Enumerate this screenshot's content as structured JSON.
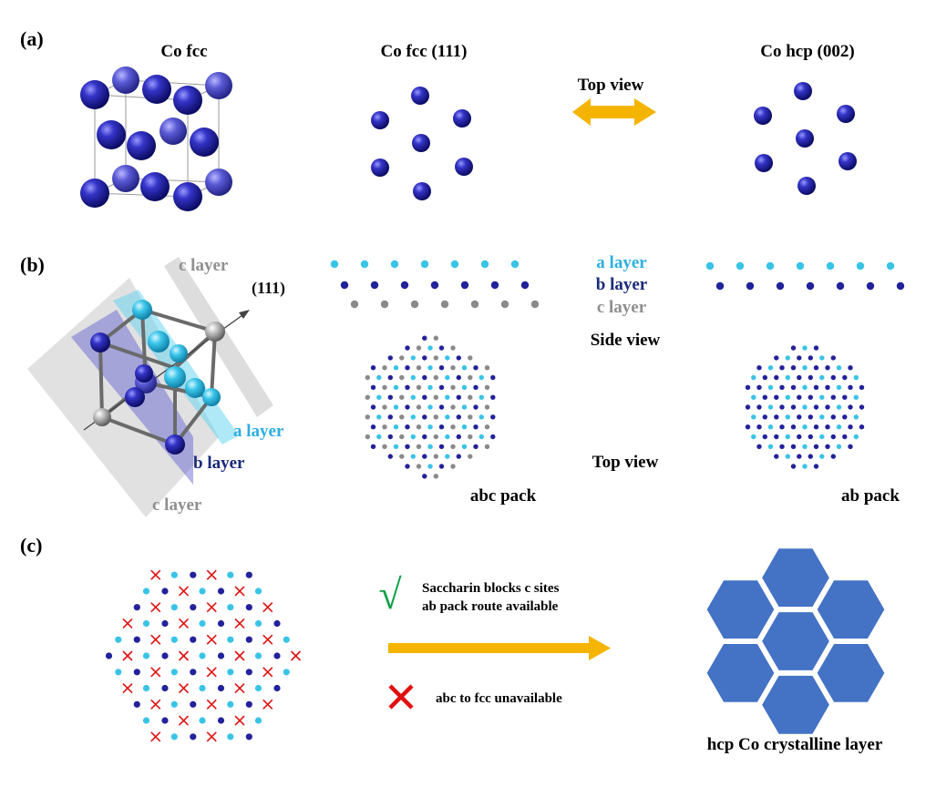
{
  "panels": {
    "a": {
      "label": "(a)",
      "fcc_title": "Co fcc",
      "fcc111_title": "Co fcc (111)",
      "hcp002_title": "Co hcp (002)",
      "top_view": "Top view"
    },
    "b": {
      "label": "(b)",
      "c_layer_upper": "c layer",
      "direction": "(111)",
      "a_layer": "a layer",
      "b_layer": "b layer",
      "c_layer_lower": "c layer",
      "legend_a": "a layer",
      "legend_b": "b layer",
      "legend_c": "c layer",
      "side_view": "Side view",
      "top_view": "Top view",
      "abc_pack": "abc pack",
      "ab_pack": "ab pack"
    },
    "c": {
      "label": "(c)",
      "check_mark": "√",
      "line1": "Saccharin blocks c sites",
      "line2": "ab pack route available",
      "cross_mark": "✕",
      "unavailable": "abc to fcc unavailable",
      "result": "hcp Co crystalline layer"
    }
  },
  "colors": {
    "dark_blue": "#22229a",
    "cyan": "#39c4e6",
    "gray": "#8a8a8a",
    "arrow": "#f5b400",
    "hexagon": "#4472c4",
    "red_cross": "#e01010",
    "check": "#12a04a",
    "label_cyan": "#2eaee0",
    "label_blue": "#1a2a7a",
    "label_gray": "#8f8f8f"
  }
}
